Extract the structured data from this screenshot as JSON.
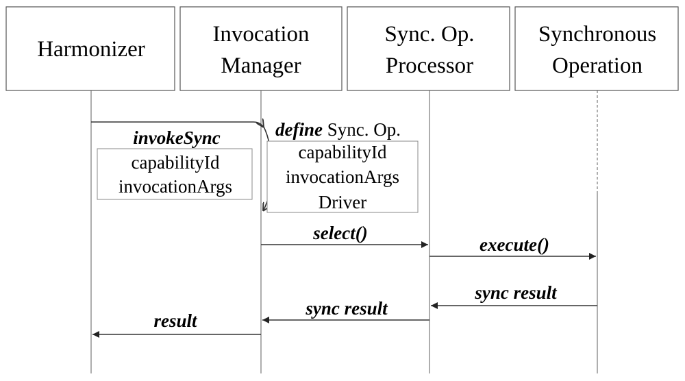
{
  "participants": {
    "harmonizer": [
      "Harmonizer"
    ],
    "invocation_manager": [
      "Invocation",
      "Manager"
    ],
    "sync_op_processor": [
      "Sync. Op.",
      "Processor"
    ],
    "synchronous_operation": [
      "Synchronous",
      "Operation"
    ]
  },
  "messages": {
    "invoke_sync": "invokeSync",
    "define_keyword": "define",
    "define_rest": " Sync. Op.",
    "select": "select()",
    "execute": "execute()",
    "sync_result_1": "sync result",
    "sync_result_2": "sync result",
    "result": "result"
  },
  "notes": {
    "invoke_args": [
      "capabilityId",
      "invocationArgs"
    ],
    "define_args": [
      "capabilityId",
      "invocationArgs",
      "Driver"
    ]
  },
  "colors": {
    "line": "#333333",
    "box_border": "#555555",
    "lifeline": "#777777"
  }
}
